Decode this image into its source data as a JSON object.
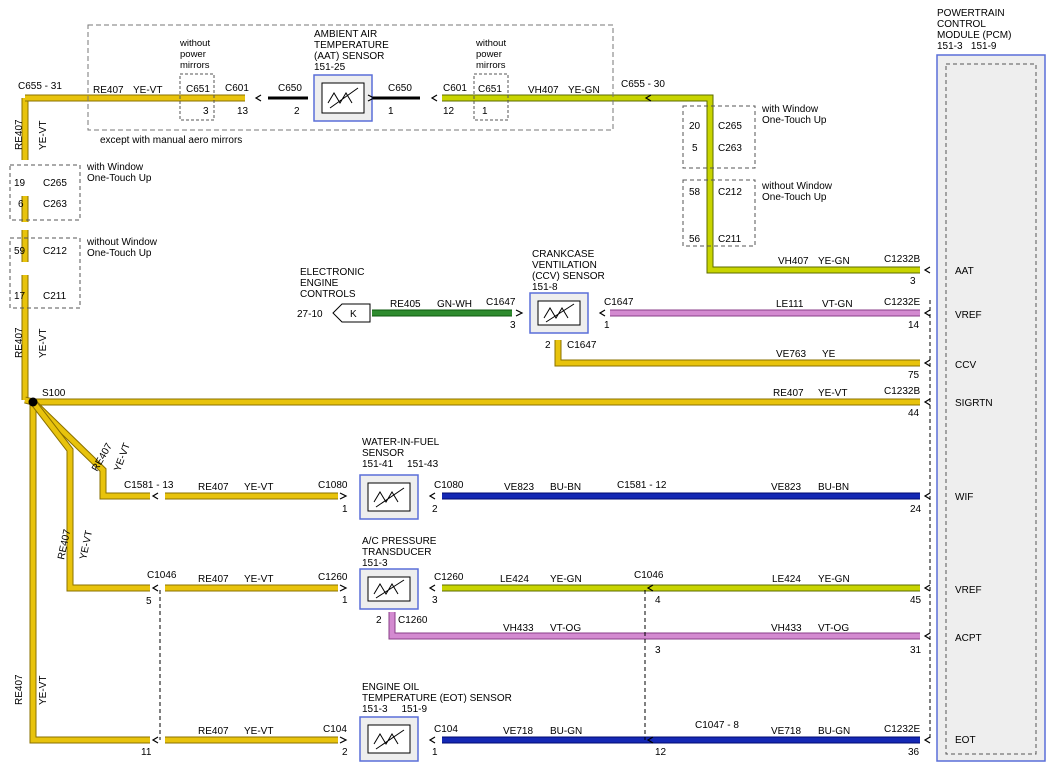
{
  "pcm": {
    "title": [
      "POWERTRAIN",
      "CONTROL",
      "MODULE (PCM)"
    ],
    "refs": "151-3   151-9",
    "pins": [
      "AAT",
      "VREF",
      "CCV",
      "SIGRTN",
      "WIF",
      "VREF",
      "ACPT",
      "EOT"
    ]
  },
  "aat": {
    "title": [
      "AMBIENT AIR",
      "TEMPERATURE",
      "(AAT) SENSOR"
    ],
    "ref": "151-25",
    "left_conn": "C650",
    "left_pin": "2",
    "right_conn": "C650",
    "right_pin": "1",
    "note_left": [
      "without",
      "power",
      "mirrors"
    ],
    "note_right": [
      "without",
      "power",
      "mirrors"
    ],
    "c651_left": "C651",
    "c651_left_pin": "3",
    "c651_right": "C651",
    "c651_right_pin": "1",
    "c601_left": "C601",
    "c601_left_pin": "13",
    "c601_right": "C601",
    "c601_right_pin": "12",
    "except_note": "except with manual aero mirrors",
    "wire_left_circuit": "RE407",
    "wire_left_color": "YE-VT",
    "wire_right_circuit": "VH407",
    "wire_right_color": "YE-GN",
    "c655_left": "C655 - 31",
    "c655_right": "C655 - 30"
  },
  "left_branch": {
    "circuit_top": "RE407",
    "color_top": "YE-VT",
    "note1": [
      "with Window",
      "One-Touch Up"
    ],
    "c265": "C265",
    "c265_pin": "19",
    "c263": "C263",
    "c263_pin": "6",
    "note2": [
      "without Window",
      "One-Touch Up"
    ],
    "c212": "C212",
    "c212_pin": "59",
    "c211": "C211",
    "c211_pin": "17",
    "circuit_mid": "RE407",
    "color_mid": "YE-VT",
    "splice": "S100"
  },
  "right_branch": {
    "note1": [
      "with Window",
      "One-Touch Up"
    ],
    "c265": "C265",
    "c265_pin": "20",
    "c263": "C263",
    "c263_pin": "5",
    "note2": [
      "without Window",
      "One-Touch Up"
    ],
    "c212": "C212",
    "c212_pin": "58",
    "c211": "C211",
    "c211_pin": "56",
    "aat_circuit": "VH407",
    "aat_color": "YE-GN",
    "aat_conn": "C1232B",
    "aat_pin": "3"
  },
  "ccv": {
    "title": [
      "CRANKCASE",
      "VENTILATION",
      "(CCV) SENSOR"
    ],
    "ref": "151-8",
    "eec_title": [
      "ELECTRONIC",
      "ENGINE",
      "CONTROLS"
    ],
    "eec_ref": "27-10",
    "eec_flag": "K",
    "left_circuit": "RE405",
    "left_color": "GN-WH",
    "left_conn": "C1647",
    "left_pin": "3",
    "right_conn": "C1647",
    "right_pin": "1",
    "bottom_pin": "2",
    "bottom_conn": "C1647",
    "vref_circuit": "LE111",
    "vref_color": "VT-GN",
    "vref_conn": "C1232E",
    "vref_pin": "14",
    "sig_circuit": "VE763",
    "sig_color": "YE",
    "sig_pin": "75"
  },
  "sigrtn": {
    "circuit": "RE407",
    "color": "YE-VT",
    "conn": "C1232B",
    "pin": "44"
  },
  "wif": {
    "title": [
      "WATER-IN-FUEL",
      "SENSOR"
    ],
    "refs": "151-41     151-43",
    "branch_circuit": "RE407",
    "branch_color": "YE-VT",
    "left_far_conn": "C1581 - 13",
    "left_circuit": "RE407",
    "left_color": "YE-VT",
    "left_conn": "C1080",
    "left_pin": "1",
    "right_conn": "C1080",
    "right_pin": "2",
    "right_circuit": "VE823",
    "right_color": "BU-BN",
    "mid_conn": "C1581 - 12",
    "pcm_circuit": "VE823",
    "pcm_color": "BU-BN",
    "pcm_pin": "24"
  },
  "acp": {
    "title": [
      "A/C PRESSURE",
      "TRANSDUCER"
    ],
    "ref": "151-3",
    "branch_circuit": "RE407",
    "branch_color": "YE-VT",
    "left_far_conn": "C1046",
    "left_far_pin": "5",
    "left_circuit": "RE407",
    "left_color": "YE-VT",
    "left_conn": "C1260",
    "left_pin": "1",
    "right_conn": "C1260",
    "right_pin": "3",
    "right_circuit": "LE424",
    "right_color": "YE-GN",
    "mid_conn": "C1046",
    "mid_pin": "4",
    "pcm_circuit": "LE424",
    "pcm_color": "YE-GN",
    "pcm_pin": "45",
    "bottom_pin": "2",
    "bottom_conn": "C1260",
    "sig_circuit": "VH433",
    "sig_color": "VT-OG",
    "sig_mid_pin": "3",
    "sig_pcm_circuit": "VH433",
    "sig_pcm_color": "VT-OG",
    "sig_pcm_pin": "31"
  },
  "eot": {
    "title": [
      "ENGINE OIL",
      "TEMPERATURE (EOT) SENSOR"
    ],
    "refs": "151-3     151-9",
    "branch_circuit": "RE407",
    "branch_color": "YE-VT",
    "left_far_pin": "11",
    "left_circuit": "RE407",
    "left_color": "YE-VT",
    "left_conn": "C104",
    "left_pin": "2",
    "right_conn": "C104",
    "right_pin": "1",
    "right_circuit": "VE718",
    "right_color": "BU-GN",
    "mid_pin": "12",
    "mid_conn": "C1047 - 8",
    "pcm_circuit": "VE718",
    "pcm_color": "BU-GN",
    "pcm_conn": "C1232E",
    "pcm_pin": "36"
  },
  "colors": {
    "yellow": "#e8c30c",
    "yellow_border": "#8a7000",
    "yegn": "#c8d400",
    "green": "#2e8b2e",
    "violet": "#d38ad0",
    "blue": "#1428b4",
    "pcm_border": "#5a6fd8"
  }
}
